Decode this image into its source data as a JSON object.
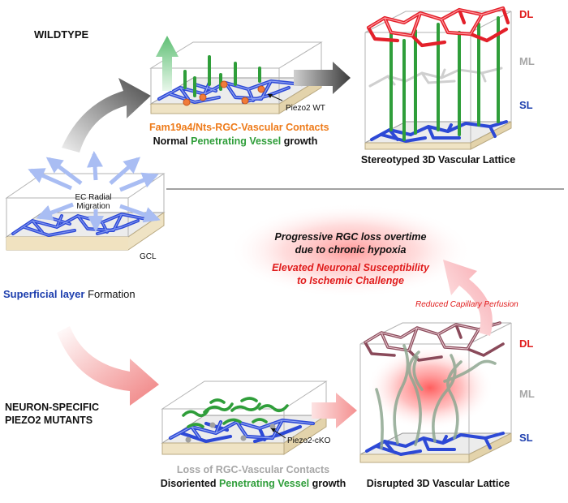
{
  "panels": {
    "wildtype": {
      "title": "WILDTYPE",
      "mechanism": "Fam19a4/Nts-RGC-Vascular Contacts",
      "growth": {
        "a": "Normal ",
        "b": "Penetrating Vessel",
        "c": " growth"
      },
      "marker": "Piezo2 WT",
      "outcome": "Stereotyped 3D Vascular Lattice"
    },
    "origin": {
      "migration": [
        "EC Radial",
        "Migration"
      ],
      "layer_label": "GCL",
      "formation": {
        "a": "Superficial layer",
        "b": " Formation"
      }
    },
    "mutant": {
      "title": [
        "NEURON-SPECIFIC",
        "PIEZO2 MUTANTS"
      ],
      "mechanism": "Loss of RGC-Vascular Contacts",
      "growth": {
        "a": "Disoriented ",
        "b": "Penetrating Vessel",
        "c": " growth"
      },
      "marker": "Piezo2-cKO",
      "outcome": "Disrupted 3D Vascular Lattice",
      "perfusion": "Reduced Capillary Perfusion",
      "consequence": [
        "Progressive RGC loss overtime",
        "due to chronic hypoxia"
      ],
      "susceptibility": [
        "Elevated Neuronal Susceptibility",
        "to Ischemic Challenge"
      ]
    }
  },
  "layers": {
    "deep": "DL",
    "middle": "ML",
    "superficial": "SL"
  },
  "colors": {
    "orange": "#ee7b1a",
    "green": "#2f9e3a",
    "blue": "#1e3fae",
    "red": "#e01b1b",
    "gray": "#a7a7a7",
    "dark": "#111111",
    "vessel_blue": "#2d49d6",
    "deep_red": "#e3202a",
    "mauve": "#8a4a5a"
  }
}
